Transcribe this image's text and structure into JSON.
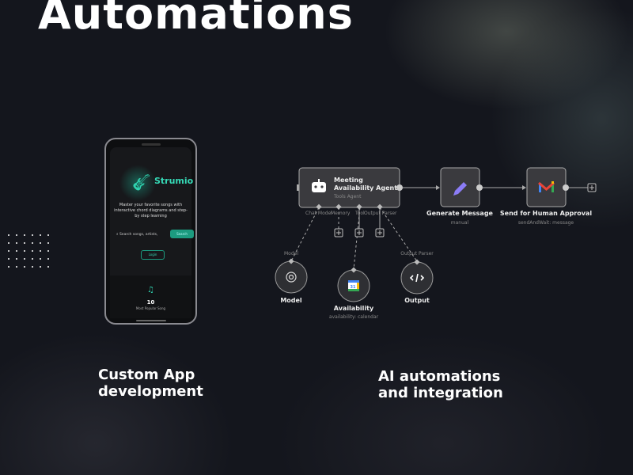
{
  "heading": "Automations",
  "phone": {
    "app_name": "Strumio",
    "tagline": "Master your favorite songs with interactive chord diagrams and step-by step learning",
    "search_placeholder": "Search songs, artists,",
    "search_button": "Search",
    "login_button": "Login",
    "stat_value": "10",
    "stat_label": "Most Popular Song",
    "accent": "#2fd3b0"
  },
  "captions": {
    "left": [
      "Custom App",
      "development"
    ],
    "right": [
      "AI automations",
      "and integration"
    ]
  },
  "workflow": {
    "agent": {
      "title_1": "Meeting",
      "title_2": "Availability Agent",
      "subtitle": "Tools Agent",
      "icon": "robot-icon"
    },
    "ports": [
      "Chat Model",
      "Memory",
      "Tool",
      "Output Parser"
    ],
    "generate": {
      "title": "Generate Message",
      "subtitle": "manual",
      "icon": "pencil-icon"
    },
    "send": {
      "title": "Send for Human Approval",
      "subtitle": "sendAndWait: message",
      "icon": "gmail-icon"
    },
    "model": {
      "port_label": "Model",
      "title": "Model",
      "icon": "openai-icon"
    },
    "availability": {
      "title": "Availability",
      "subtitle": "availability: calendar",
      "icon": "google-calendar-icon",
      "badge": "31"
    },
    "output": {
      "port_label": "Output Parser",
      "title": "Output",
      "icon": "code-icon"
    }
  }
}
